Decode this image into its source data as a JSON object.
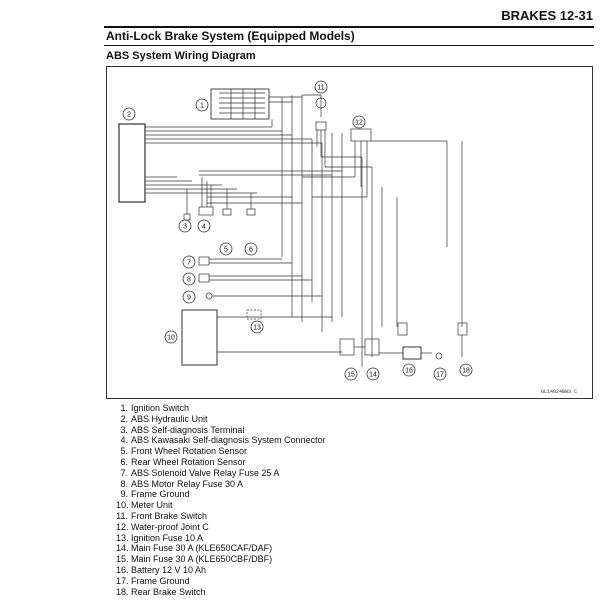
{
  "page": {
    "header": "BRAKES 12-31"
  },
  "section": {
    "title": "Anti-Lock Brake System (Equipped Models)"
  },
  "diagram": {
    "title": "ABS System Wiring Diagram",
    "code": "GL14024BW3 C",
    "wire_color": "#333333"
  },
  "legend": [
    {
      "num": "1.",
      "text": "Ignition Switch"
    },
    {
      "num": "2.",
      "text": "ABS Hydraulic Unit"
    },
    {
      "num": "3.",
      "text": "ABS Self-diagnosis Terminal"
    },
    {
      "num": "4.",
      "text": "ABS Kawasaki Self-diagnosis System Connector"
    },
    {
      "num": "5.",
      "text": "Front Wheel Rotation Sensor"
    },
    {
      "num": "6.",
      "text": "Rear Wheel Rotation Sensor"
    },
    {
      "num": "7.",
      "text": "ABS Solenoid Valve Relay Fuse 25 A"
    },
    {
      "num": "8.",
      "text": "ABS Motor Relay Fuse 30 A"
    },
    {
      "num": "9.",
      "text": "Frame Ground"
    },
    {
      "num": "10.",
      "text": "Meter Unit"
    },
    {
      "num": "11.",
      "text": "Front Brake Switch"
    },
    {
      "num": "12.",
      "text": "Water-proof Joint C"
    },
    {
      "num": "13.",
      "text": "Ignition Fuse 10 A"
    },
    {
      "num": "14.",
      "text": "Main Fuse 30 A (KLE650CAF/DAF)"
    },
    {
      "num": "15.",
      "text": "Main Fuse 30 A (KLE650CBF/DBF)"
    },
    {
      "num": "16.",
      "text": "Battery 12 V 10 Ah"
    },
    {
      "num": "17.",
      "text": "Frame Ground"
    },
    {
      "num": "18.",
      "text": "Rear Brake Switch"
    }
  ],
  "callouts": [
    "1",
    "2",
    "3",
    "4",
    "5",
    "6",
    "7",
    "8",
    "9",
    "10",
    "11",
    "12",
    "13",
    "14",
    "15",
    "16",
    "17",
    "18"
  ]
}
